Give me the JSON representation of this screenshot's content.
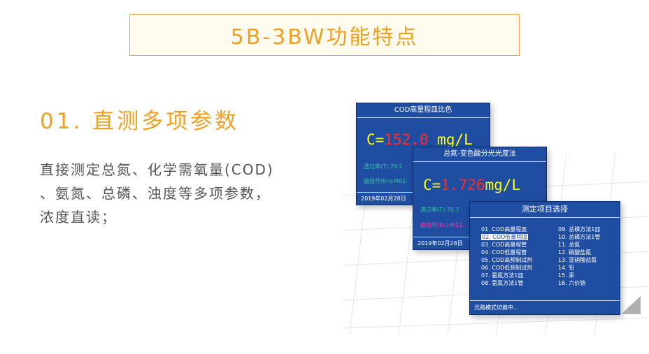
{
  "title": "5B-3BW功能特点",
  "section_heading": "01. 直测多项参数",
  "description_lines": [
    "直接测定总氮、化学需氧量(COD)",
    "、氨氮、总磷、浊度等多项参数，",
    "浓度直读；"
  ],
  "screen1": {
    "header": "COD高量程皿比色",
    "label": "C=",
    "value": "152.0",
    "unit": "mg/L",
    "transmittance": "透过率(T):79.2",
    "curve": "曲线号(Kn):M01-",
    "date": "2019年02月28日"
  },
  "screen2": {
    "header": "总氮-变色酸分光光度法",
    "label": "C=",
    "value": "1.726",
    "unit": "mg/L",
    "transmittance": "透过率(T):78.7",
    "curve": "曲线号(Kn):M11-",
    "date": "2019年02月28日"
  },
  "screen3": {
    "header": "测定项目选择",
    "col1": [
      "01. COD高量程皿",
      "02. COD低量程皿",
      "03. COD高量程管",
      "04. COD低量程管",
      "05. COD高预制试剂",
      "06. COD低预制试剂",
      "07. 氨氮方法1皿",
      "08. 氨氮方法1管"
    ],
    "col2": [
      "09. 总磷方法1皿",
      "10. 总磷方法1管",
      "11. 总氮",
      "12. 硝酸盐氮",
      "13. 亚硝酸盐氮",
      "14. 铅",
      "15. 汞",
      "16. 六价铬"
    ],
    "footer": "光路模式切换中..."
  },
  "colors": {
    "accent": "#f0a020",
    "screen_bg": "#1e4da1",
    "value_red": "#ff2a2a",
    "label_yellow": "#ffff00",
    "secondary_green": "#39c7a0",
    "curve_magenta": "#ff3ca0"
  }
}
